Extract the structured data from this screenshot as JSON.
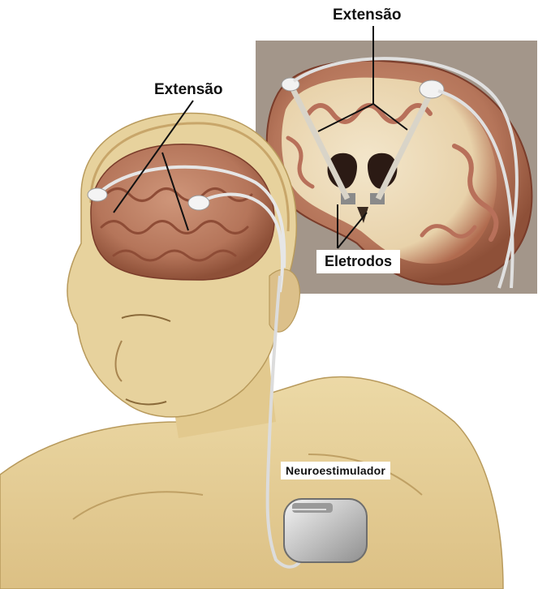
{
  "labels": {
    "extension_top": "Extensão",
    "extension_left": "Extensão",
    "electrodes": "Eletrodos",
    "neurostimulator": "Neuroestimulador"
  },
  "colors": {
    "skin": "#e6cf95",
    "skin_shadow": "#c9aa6a",
    "brain": "#b97a5e",
    "brain_dark": "#8a4a36",
    "panel_bg": "#a89a8a",
    "white_matter": "#efe1c4",
    "wire": "#d8d8d8",
    "device": "#c8c8c8"
  }
}
